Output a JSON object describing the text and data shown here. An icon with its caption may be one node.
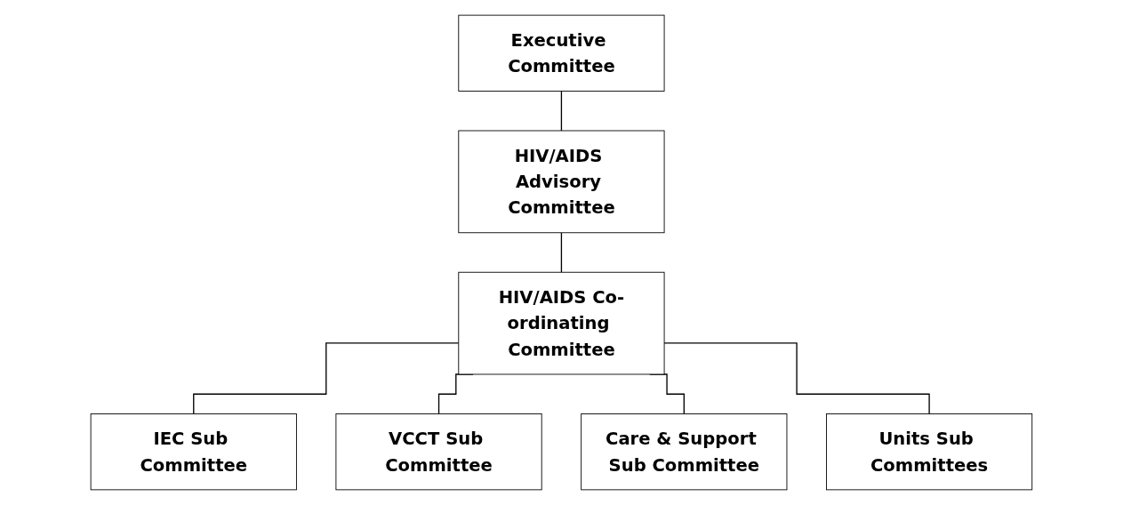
{
  "diagram": {
    "nodes": [
      {
        "text": [
          "Executive Committee"
        ]
      },
      {
        "text": [
          "HIV/AIDS Advisory Committee"
        ]
      },
      {
        "text": [
          "HIV/AIDS Co-ordinating Committee"
        ]
      },
      {
        "text": [
          "IEC Sub Committee"
        ]
      },
      {
        "text": [
          "VCCT Sub Committee"
        ]
      },
      {
        "text": [
          "Care & Support Sub Committee"
        ]
      },
      {
        "text": [
          "Units Sub Committees"
        ]
      }
    ],
    "edges": [
      {
        "from": 0,
        "to": 1,
        "arrow": "none"
      },
      {
        "from": 1,
        "to": 2,
        "arrow": "none"
      },
      {
        "from": 2,
        "to": 3,
        "arrow": "none"
      },
      {
        "from": 2,
        "to": 4,
        "arrow": "none"
      },
      {
        "from": 2,
        "to": 5,
        "arrow": "none"
      },
      {
        "from": 2,
        "to": 6,
        "arrow": "none"
      }
    ]
  }
}
